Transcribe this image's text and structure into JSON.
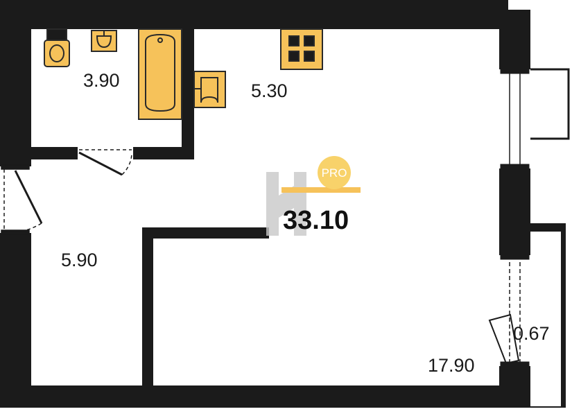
{
  "plan": {
    "total_area": "33.10",
    "rooms": [
      {
        "id": "bathroom",
        "area": "3.90"
      },
      {
        "id": "kitchen",
        "area": "5.30"
      },
      {
        "id": "hallway",
        "area": "5.90"
      },
      {
        "id": "living",
        "area": "17.90"
      },
      {
        "id": "balcony",
        "area": "0.67"
      }
    ]
  },
  "badge": {
    "label": "PRO"
  },
  "colors": {
    "wall": "#1b1b1b",
    "fixture_fill": "#f6c25a",
    "fixture_stroke": "#2a2a2a",
    "badge": "#f8d26a",
    "accent_bar": "#f6c25a",
    "watermark": "#c9c9c9"
  }
}
